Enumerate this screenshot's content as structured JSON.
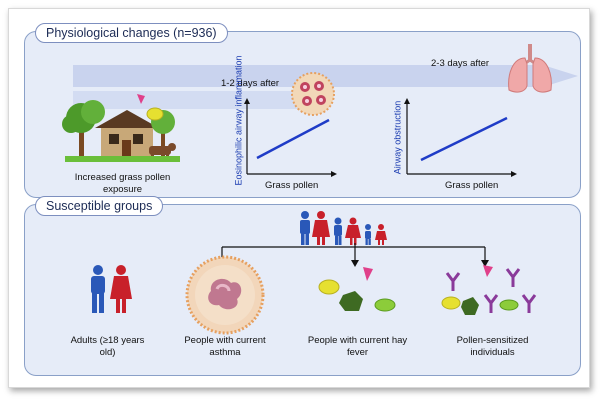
{
  "top_panel": {
    "title": "Physiological changes (n=936)",
    "arrow1_label": "1-2 days after",
    "arrow2_label": "2-3 days after",
    "exposure_label": "Increased grass pollen exposure",
    "plot1": {
      "ylabel": "Eosinophilic airway inflammation",
      "xlabel": "Grass pollen"
    },
    "plot2": {
      "ylabel": "Airway obstruction",
      "xlabel": "Grass pollen"
    }
  },
  "bottom_panel": {
    "title": "Susceptible groups",
    "groups": [
      {
        "label": "Adults (≥18 years old)"
      },
      {
        "label": "People with current asthma"
      },
      {
        "label": "People with current hay fever"
      },
      {
        "label": "Pollen-sensitized individuals"
      }
    ]
  },
  "colors": {
    "panel_bg": "#e6ecf8",
    "title_border": "#7d8fbf",
    "trend_line": "#1f3cc7",
    "arrow_band": "#c9d3ee",
    "male_figure": "#2a58b8",
    "female_figure": "#c8202a"
  },
  "icons": [
    "house-icon",
    "tree-icon",
    "cow-icon",
    "pollen-grain-icon",
    "lung-icon",
    "eosinophil-cell-icon",
    "family-icon",
    "antibody-icon"
  ]
}
